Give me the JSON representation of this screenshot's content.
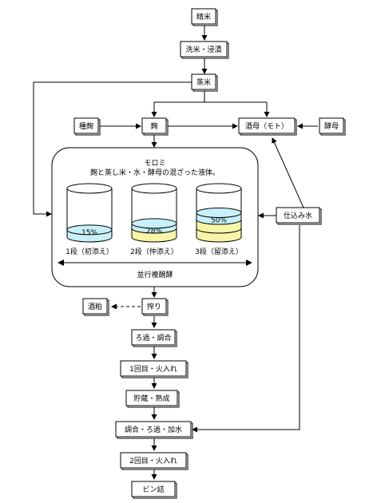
{
  "nodes": {
    "seimai": "精米",
    "senmai_shinseki": "洗米・浸漬",
    "mushimai": "蒸米",
    "tanekoji": "種麹",
    "koji": "麹",
    "shubo": "酒母（モト）",
    "kobo": "酵母",
    "shikomimizu": "仕込み水",
    "shibori": "搾り",
    "sakekasu": "酒粕",
    "roka_chogo": "ろ過・調合",
    "hiire1": "1回目・火入れ",
    "chozo_jukusei": "貯蔵・熟成",
    "chogo_roka_kasui": "調合・ろ過・加水",
    "hiire2": "2回目・火入れ",
    "binzume": "ビン詰"
  },
  "moromi": {
    "title": "モロミ",
    "description": "麹と蒸し米・水・酵母の混ざった液体。",
    "process": "並行複醗酵",
    "stages": [
      {
        "label": "1段（初添え）",
        "percent": "15%",
        "fill_level": 0.15
      },
      {
        "label": "2段（仲添え）",
        "percent": "28%",
        "fill_level": 0.28
      },
      {
        "label": "3段（留添え）",
        "percent": "50%",
        "fill_level": 0.5
      }
    ]
  },
  "colors": {
    "water": "#c8f0f8",
    "rice": "#f8f4a8",
    "outline": "#000000"
  }
}
